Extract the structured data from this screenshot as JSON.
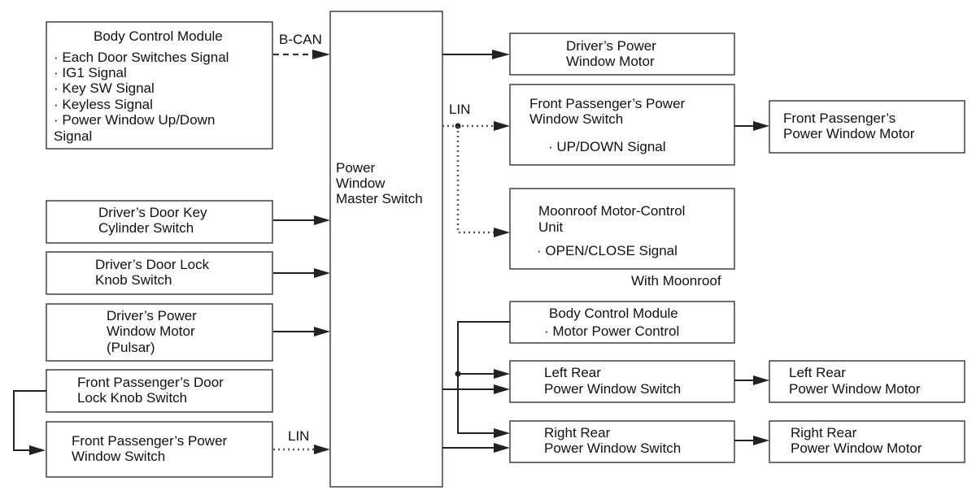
{
  "bcm_top": {
    "title": "Body Control Module",
    "items": [
      "· Each Door Switches Signal",
      "· IG1 Signal",
      "· Key SW Signal",
      "· Keyless Signal",
      "· Power Window Up/Down",
      "Signal"
    ]
  },
  "labels": {
    "bcan": "B-CAN",
    "lin_top": "LIN",
    "lin_bottom": "LIN",
    "with_moonroof": "With Moonroof"
  },
  "master_switch": [
    "Power",
    "Window",
    "Master Switch"
  ],
  "left_boxes": {
    "key_cylinder": [
      "Driver’s Door Key",
      "Cylinder Switch"
    ],
    "lock_knob": [
      "Driver’s Door Lock",
      "Knob Switch"
    ],
    "pulsar": [
      "Driver’s Power",
      "Window Motor",
      "(Pulsar)"
    ],
    "fp_lock_knob": [
      "Front Passenger’s Door",
      "Lock Knob Switch"
    ],
    "fp_window_switch": [
      "Front Passenger’s Power",
      "Window Switch"
    ]
  },
  "right_boxes": {
    "driver_motor": [
      "Driver’s Power",
      "Window Motor"
    ],
    "fp_switch": [
      "Front Passenger’s Power",
      "Window Switch"
    ],
    "fp_switch_signal": "· UP/DOWN Signal",
    "fp_motor": [
      "Front Passenger’s",
      "Power Window Motor"
    ],
    "moonroof": [
      "Moonroof Motor-Control",
      "Unit"
    ],
    "moonroof_signal": "· OPEN/CLOSE Signal",
    "bcm_bottom_title": "Body Control Module",
    "bcm_bottom_item": "· Motor Power Control",
    "lr_switch": [
      "Left Rear",
      "Power Window Switch"
    ],
    "lr_motor": [
      "Left Rear",
      "Power Window Motor"
    ],
    "rr_switch": [
      "Right Rear",
      "Power Window Switch"
    ],
    "rr_motor": [
      "Right Rear",
      "Power Window Motor"
    ]
  }
}
